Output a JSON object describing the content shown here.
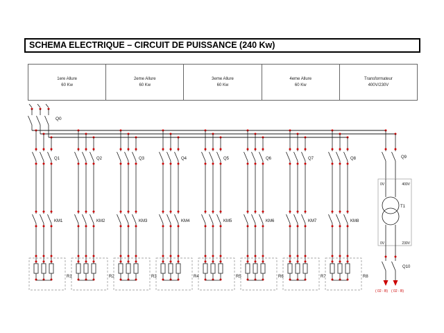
{
  "title": "SCHEMA ELECTRIQUE – CIRCUIT DE PUISSANCE (240 Kw)",
  "header": {
    "cells": [
      {
        "line1": "1ere Allure",
        "line2": "60 Kw"
      },
      {
        "line1": "2eme Allure",
        "line2": "60 Kw"
      },
      {
        "line1": "3eme Allure",
        "line2": "60 Kw"
      },
      {
        "line1": "4eme Allure",
        "line2": "60 Kw"
      },
      {
        "line1": "Transformateur",
        "line2": "400V/230V"
      }
    ]
  },
  "schematic": {
    "main_switch_label": "Q0",
    "branches": [
      {
        "breaker": "Q1",
        "contactor": "KM1",
        "resistor": "R1"
      },
      {
        "breaker": "Q2",
        "contactor": "KM2",
        "resistor": "R2"
      },
      {
        "breaker": "Q3",
        "contactor": "KM3",
        "resistor": "R3"
      },
      {
        "breaker": "Q4",
        "contactor": "KM4",
        "resistor": "R4"
      },
      {
        "breaker": "Q5",
        "contactor": "KM5",
        "resistor": "R5"
      },
      {
        "breaker": "Q6",
        "contactor": "KM6",
        "resistor": "R6"
      },
      {
        "breaker": "Q7",
        "contactor": "KM7",
        "resistor": "R7"
      },
      {
        "breaker": "Q8",
        "contactor": "KM8",
        "resistor": "R8"
      }
    ],
    "transformer": {
      "breaker": "Q9",
      "name": "T1",
      "primary_left": "0V",
      "primary_right": "400V",
      "secondary_left": "0V",
      "secondary_right": "230V",
      "output_switch": "Q10",
      "output_labels": [
        "( 02 - B)",
        "( 02 - B)"
      ]
    },
    "colors": {
      "wire": "#1a1a1a",
      "node": "#cc0000",
      "red_label": "#cc0000",
      "box_dash": "#8a8a8a"
    }
  }
}
